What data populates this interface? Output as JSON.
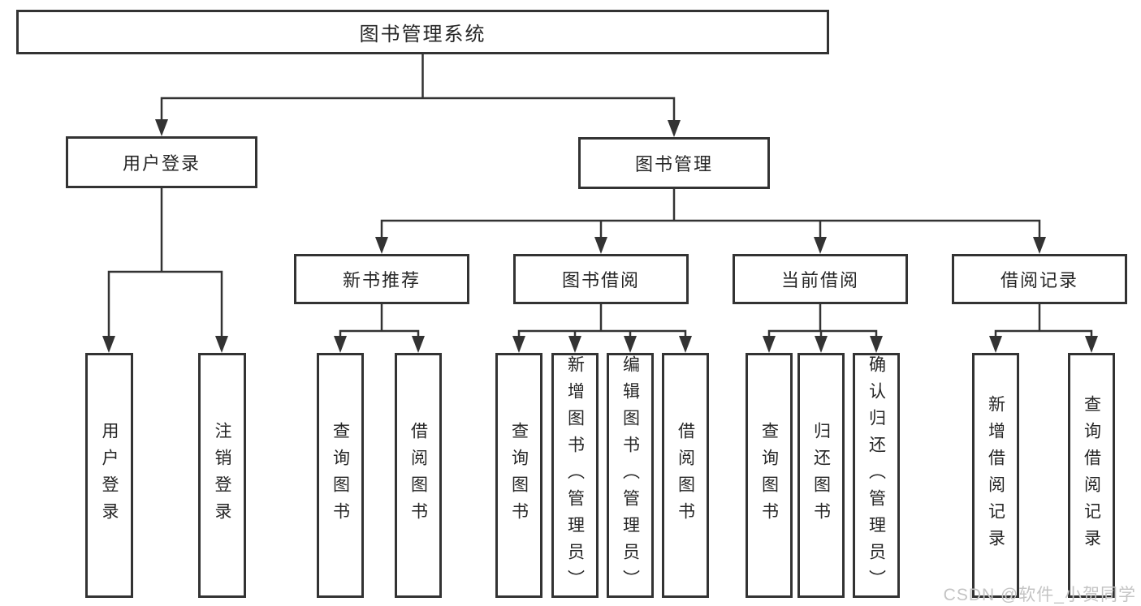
{
  "tree": {
    "root": "图书管理系统",
    "login": {
      "label": "用户登录",
      "children": [
        "用户登录",
        "注销登录"
      ]
    },
    "management": {
      "label": "图书管理",
      "new_books": {
        "label": "新书推荐",
        "children": [
          "查询图书",
          "借阅图书"
        ]
      },
      "borrow": {
        "label": "图书借阅",
        "children": [
          "查询图书",
          "新增图书（管理员）",
          "编辑图书（管理员）",
          "借阅图书"
        ]
      },
      "current": {
        "label": "当前借阅",
        "children": [
          "查询图书",
          "归还图书",
          "确认归还（管理员）"
        ]
      },
      "records": {
        "label": "借阅记录",
        "children": [
          "新增借阅记录",
          "查询借阅记录"
        ]
      }
    }
  },
  "watermark": "CSDN @软件_小贺同学",
  "colors": {
    "line": "#333333",
    "text": "#262626",
    "watermark": "#c4c4c4",
    "background": "#ffffff"
  }
}
